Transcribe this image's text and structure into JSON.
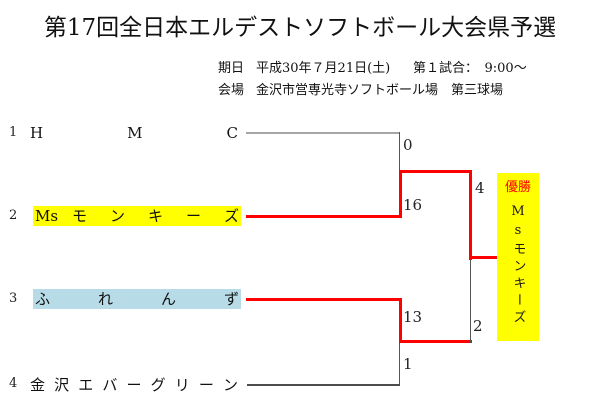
{
  "title": "第17回全日本エルデストソフトボール大会県予選",
  "info": {
    "date_label": "期日",
    "date_value": "平成30年７月21日(土)",
    "first_game": "第１試合：　9:00～",
    "venue_label": "会場",
    "venue_value": "金沢市営専光寺ソフトボール場　第三球場"
  },
  "bracket": {
    "teams": [
      {
        "seed": "1",
        "name": "H M C"
      },
      {
        "seed": "2",
        "name": "Ms モ ン キ ー ズ"
      },
      {
        "seed": "3",
        "name": "ふ れ ん ず"
      },
      {
        "seed": "4",
        "name": "金 沢 エ バ ー グ リ ー ン"
      }
    ],
    "scores": {
      "match1_top": "0",
      "match1_bottom": "16",
      "match2_top": "13",
      "match2_bottom": "1",
      "final_top": "4",
      "final_bottom": "2"
    },
    "winner": {
      "label": "優勝",
      "name": "Msモンキーズ"
    }
  },
  "colors": {
    "winner_path": "#ff0000",
    "neutral_line": "#555555",
    "team1_line": "#a6a6a6",
    "team4_line": "#4d4d4d",
    "highlight_yellow": "#ffff00",
    "highlight_blue": "#b7dce8",
    "winner_box_bg": "#ffff00",
    "winner_label_color": "#ff0000"
  }
}
